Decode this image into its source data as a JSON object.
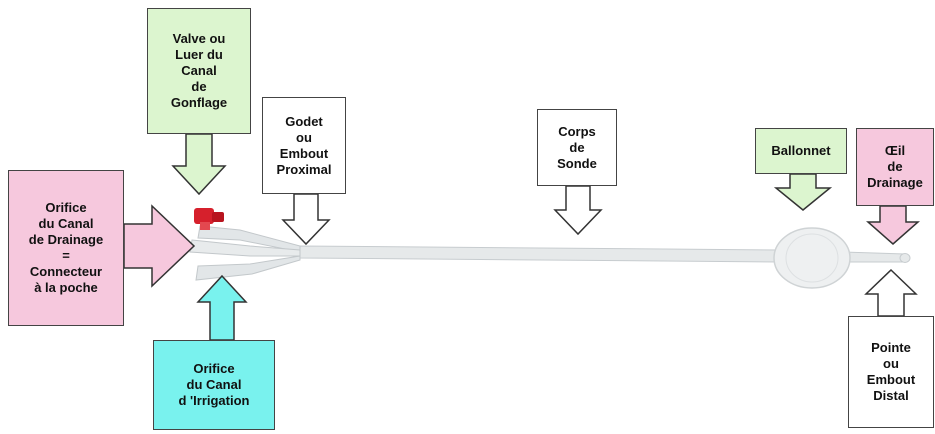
{
  "colors": {
    "green": "#dcf5cf",
    "pink": "#f6c8dd",
    "cyan": "#79f2ee",
    "white": "#ffffff",
    "catheter": "#e4e7e8",
    "connector_red": "#d6202c"
  },
  "labels": {
    "valve": "Valve ou\nLuer du\nCanal\nde\nGonflage",
    "drainage_port": "Orifice\ndu Canal\nde Drainage\n=\nConnecteur\nà la poche",
    "proximal": "Godet\nou\nEmbout\nProximal",
    "body": "Corps\nde\nSonde",
    "balloon": "Ballonnet",
    "eye": "Œil\nde\nDrainage",
    "irrigation": "Orifice\ndu Canal\nd 'Irrigation",
    "tip": "Pointe\nou\nEmbout\nDistal"
  }
}
